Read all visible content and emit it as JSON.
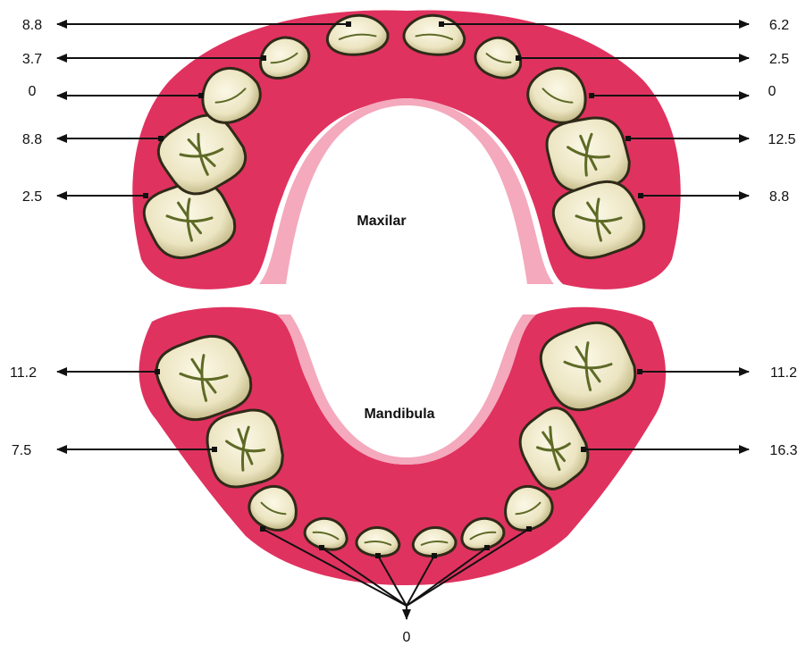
{
  "labels": {
    "maxilar": "Maxilar",
    "mandibula": "Mandibula"
  },
  "values": {
    "upper_left": [
      "8.8",
      "3.7",
      "0",
      "8.8",
      "2.5"
    ],
    "upper_right": [
      "6.2",
      "2.5",
      "0",
      "12.5",
      "8.8"
    ],
    "lower_left": [
      "11.2",
      "7.5"
    ],
    "lower_right": [
      "11.2",
      "16.3"
    ],
    "lower_front": "0"
  },
  "colors": {
    "gum": "#e0325f",
    "gum_light": "#f3a0b6",
    "tooth_fill": "#f1ecd0",
    "tooth_stroke": "#2f2a18",
    "fissure": "#5e6a26",
    "arrow": "#111111"
  }
}
